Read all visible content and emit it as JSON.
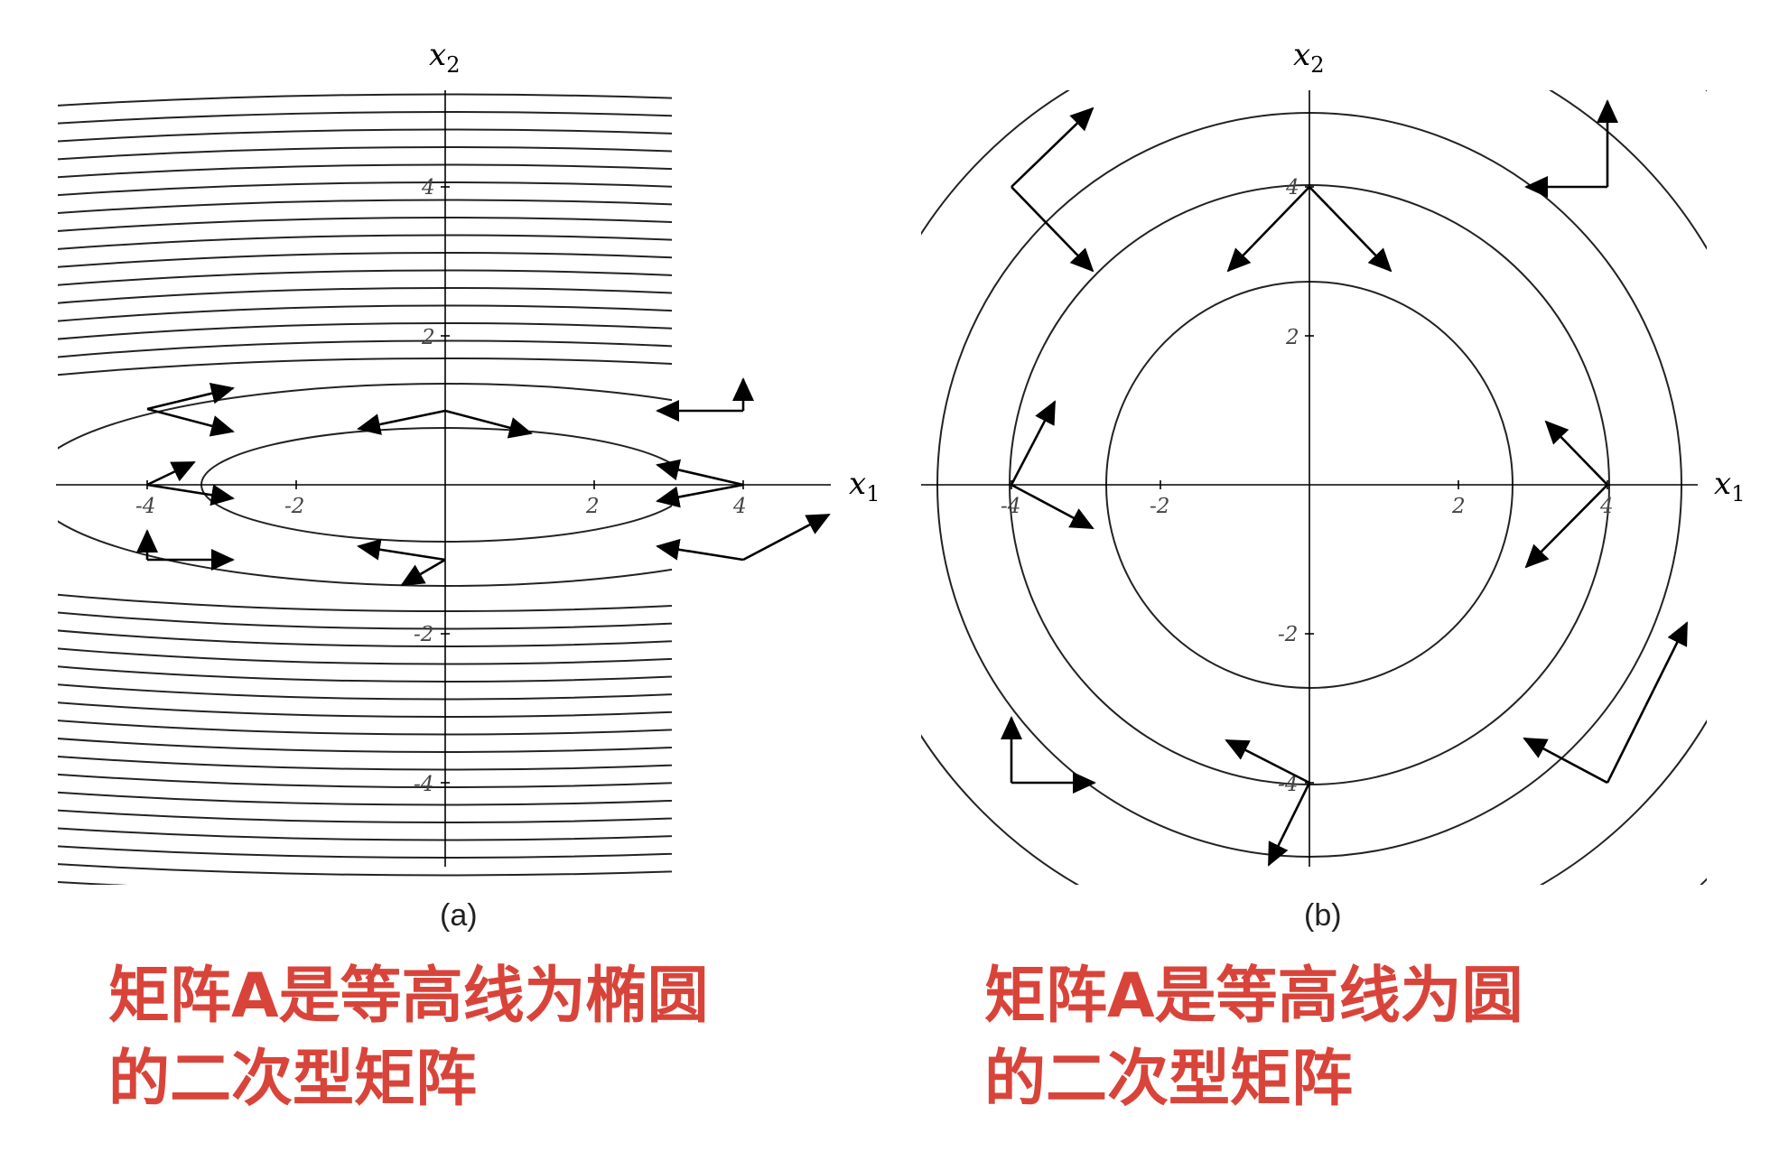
{
  "panels": [
    {
      "id": "a",
      "label": "(a)",
      "x_axis_label": "x",
      "x_axis_sub": "1",
      "y_axis_label": "x",
      "y_axis_sub": "2",
      "x_ticks": [
        "-4",
        "-2",
        "2",
        "4"
      ],
      "y_ticks": [
        "4",
        "2",
        "-2",
        "-4"
      ],
      "contour_shape": "ellipse",
      "note": "矩阵A是等高线为椭圆\n的二次型矩阵"
    },
    {
      "id": "b",
      "label": "(b)",
      "x_axis_label": "x",
      "x_axis_sub": "1",
      "y_axis_label": "x",
      "y_axis_sub": "2",
      "x_ticks": [
        "-4",
        "-2",
        "2",
        "4"
      ],
      "y_ticks": [
        "4",
        "2",
        "-2",
        "-4"
      ],
      "contour_shape": "circle",
      "note": "矩阵A是等高线为圆\n的二次型矩阵"
    }
  ],
  "colors": {
    "line": "#000000",
    "contour": "#222222",
    "note": "#d9443a"
  }
}
